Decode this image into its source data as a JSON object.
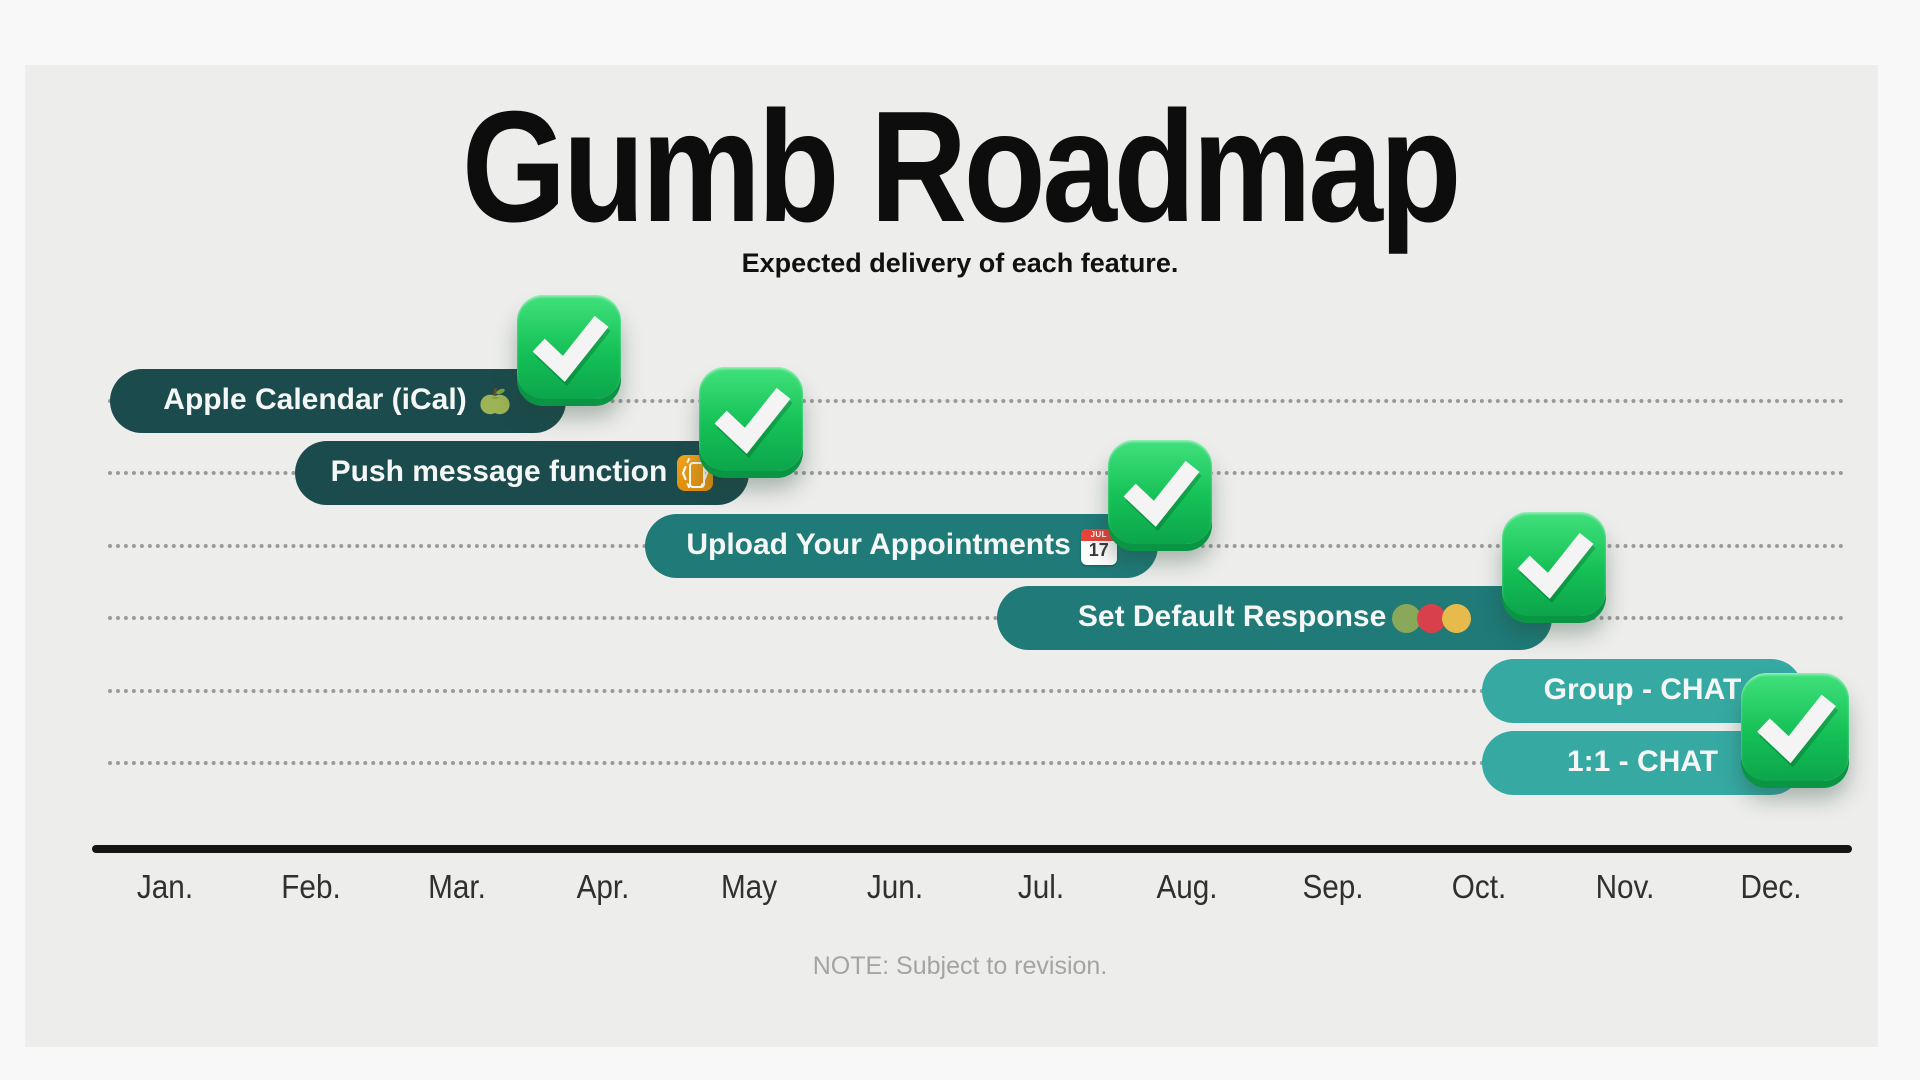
{
  "header": {
    "title": "Gumb Roadmap",
    "subtitle": "Expected delivery of each feature."
  },
  "footer": {
    "note": "NOTE: Subject to revision."
  },
  "colors": {
    "page_bg": "#f8f8f8",
    "panel_bg": "#ededec",
    "bar_dark": "#1c4b4d",
    "bar_mid": "#1f7a78",
    "bar_light": "#36a9a3",
    "bar_text": "#f4f7f5",
    "dotted_line": "#9b9b9b",
    "axis_line": "#151515",
    "check_green": "#15c157",
    "status_green": "#8aa85a",
    "status_red": "#d8414b",
    "status_yellow": "#e7bb4b",
    "apple_green": "#9cb356",
    "vibration_orange": "#ee9f18"
  },
  "chart_data": {
    "type": "gantt",
    "title": "Gumb Roadmap",
    "subtitle": "Expected delivery of each feature.",
    "note": "NOTE: Subject to revision.",
    "x_axis_months": [
      "Jan.",
      "Feb.",
      "Mar.",
      "Apr.",
      "May",
      "Jun.",
      "Jul.",
      "Aug.",
      "Sep.",
      "Oct.",
      "Nov.",
      "Dec."
    ],
    "xlim_months": [
      0,
      12
    ],
    "grid": "dotted-row-lines",
    "bars": [
      {
        "label": "Apple Calendar (iCal)",
        "icon": "green-apple-icon",
        "row": 0,
        "start_month": 0.12,
        "end_month": 3.25,
        "color_key": "bar_dark",
        "done": true,
        "check": "own"
      },
      {
        "label": "Push message function",
        "icon": "vibration-phone-icon",
        "row": 1,
        "start_month": 1.39,
        "end_month": 4.5,
        "color_key": "bar_dark",
        "done": true,
        "check": "own"
      },
      {
        "label": "Upload Your Appointments",
        "icon": "calendar-icon",
        "row": 2,
        "start_month": 3.79,
        "end_month": 7.3,
        "color_key": "bar_mid",
        "done": true,
        "check": "own"
      },
      {
        "label": "Set Default Response",
        "icon": "status-circles-icon",
        "row": 3,
        "start_month": 6.2,
        "end_month": 10.0,
        "color_key": "bar_mid",
        "done": true,
        "check": "own"
      },
      {
        "label": "Group - CHAT",
        "icon": null,
        "row": 4,
        "start_month": 9.52,
        "end_month": 11.72,
        "color_key": "bar_light",
        "done": true,
        "check": "shared-lead"
      },
      {
        "label": "1:1 - CHAT",
        "icon": null,
        "row": 5,
        "start_month": 9.52,
        "end_month": 11.72,
        "color_key": "bar_light",
        "done": true,
        "check": "shared-partner"
      }
    ],
    "calendar_icon_text": {
      "month": "JUL",
      "day": "17"
    }
  }
}
